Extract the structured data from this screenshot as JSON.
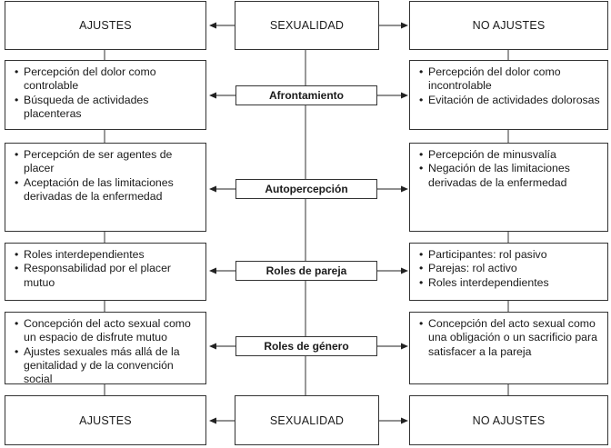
{
  "top": {
    "left": "AJUSTES",
    "center": "SEXUALIDAD",
    "right": "NO AJUSTES"
  },
  "bottom": {
    "left": "AJUSTES",
    "center": "SEXUALIDAD",
    "right": "NO AJUSTES"
  },
  "rows": [
    {
      "label": "Afrontamiento",
      "left": [
        "Percepción del dolor como controlable",
        "Búsqueda de actividades placenteras"
      ],
      "right": [
        "Percepción del dolor como incontrolable",
        "Evitación de actividades dolorosas"
      ]
    },
    {
      "label": "Autopercepción",
      "left": [
        "Percepción de ser agentes de placer",
        "Aceptación de las limitaciones derivadas de la enfermedad"
      ],
      "right": [
        "Percepción de minusvalía",
        "Negación de las limitaciones derivadas de la enfermedad"
      ]
    },
    {
      "label": "Roles de pareja",
      "left": [
        "Roles interdependientes",
        "Responsabilidad por el placer mutuo"
      ],
      "right": [
        "Participantes: rol pasivo",
        "Parejas: rol activo",
        "Roles interdependientes"
      ]
    },
    {
      "label": "Roles de género",
      "left": [
        "Concepción del acto sexual como un espacio de disfrute mutuo",
        "Ajustes sexuales más allá de la genitalidad y de la convención social"
      ],
      "right": [
        "Concepción del acto sexual como una obligación o un sacrificio para satisfacer a la pareja"
      ]
    }
  ]
}
